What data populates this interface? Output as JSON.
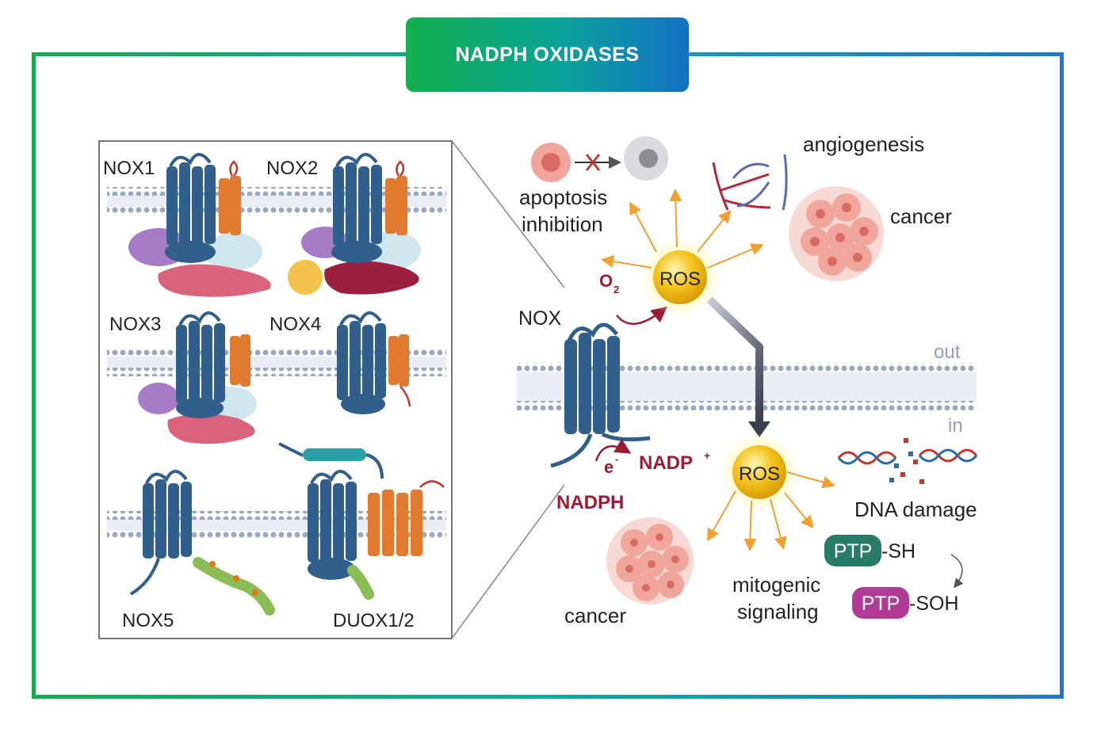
{
  "title": "NADPH OXIDASES",
  "inset": {
    "labels": {
      "nox1": "NOX1",
      "nox2": "NOX2",
      "nox3": "NOX3",
      "nox4": "NOX4",
      "nox5": "NOX5",
      "duox": "DUOX1/2"
    }
  },
  "main": {
    "nox": "NOX",
    "out": "out",
    "in": "in",
    "o2": "O",
    "o2_sub": "2",
    "ros_top": "ROS",
    "ros_bottom": "ROS",
    "electron": "e",
    "electron_sup": "-",
    "nadp": "NADP",
    "nadp_sup": "+",
    "nadph": "NADPH",
    "apoptosis_line1": "apoptosis",
    "apoptosis_line2": "inhibition",
    "angiogenesis": "angiogenesis",
    "cancer_top": "cancer",
    "cancer_bottom": "cancer",
    "dna_damage": "DNA damage",
    "mitogenic_line1": "mitogenic",
    "mitogenic_line2": "signaling",
    "ptp1": "PTP",
    "sh": "-SH",
    "ptp2": "PTP",
    "soh": "-SOH"
  },
  "colors": {
    "nox_blue": "#2f5f8a",
    "orange": "#e07a2e",
    "purple": "#a77bc8",
    "light_blue": "#cfe6ec",
    "pink": "#d9637a",
    "dark_red": "#9c1f3e",
    "yellow_ros": "#f2c21a",
    "ptp_green": "#2a7a68",
    "ptp_magenta": "#b03a94",
    "nadph_red": "#9b1b35"
  }
}
